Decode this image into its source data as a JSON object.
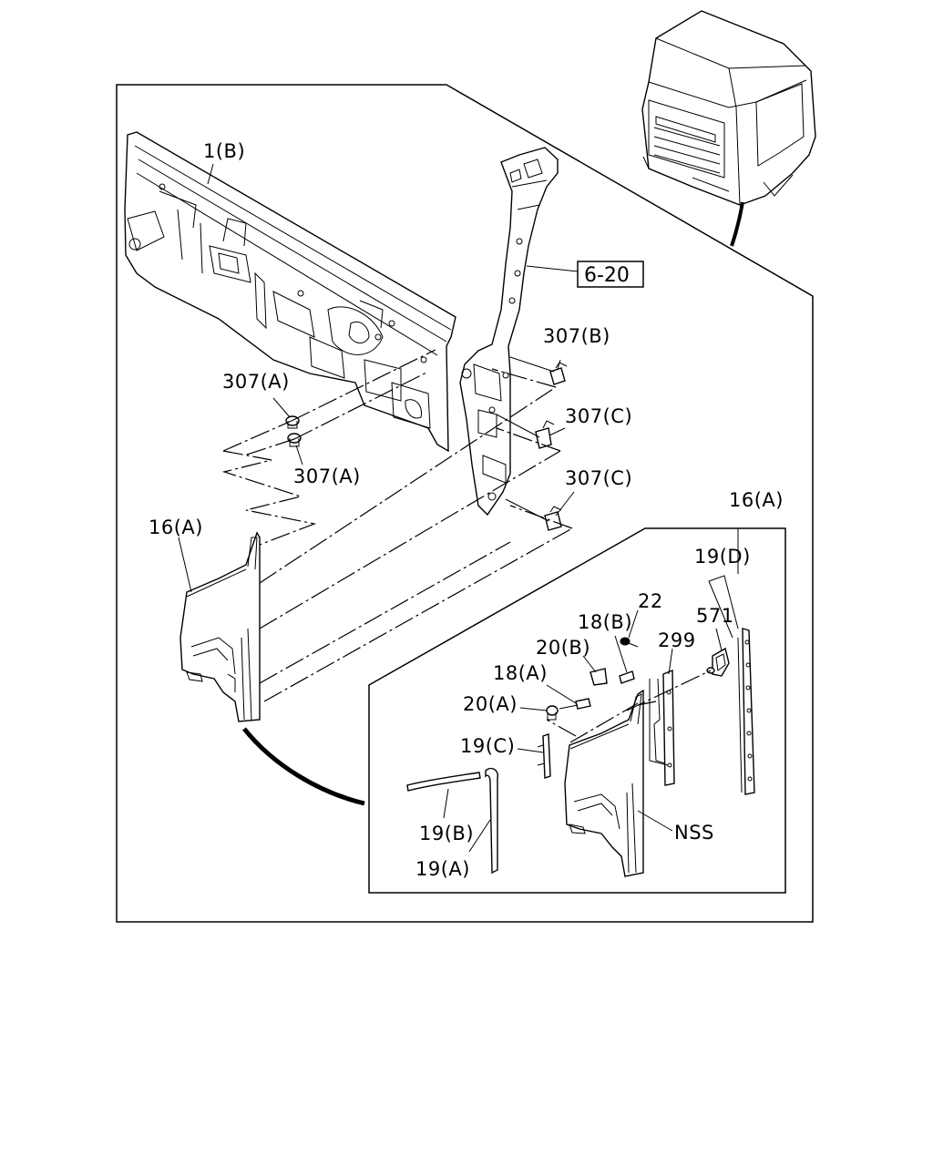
{
  "labels": {
    "l_1b": "1(B)",
    "l_6_20": "6-20",
    "l_307b": "307(B)",
    "l_307a_1": "307(A)",
    "l_307a_2": "307(A)",
    "l_307c_1": "307(C)",
    "l_307c_2": "307(C)",
    "l_16a_left": "16(A)",
    "l_16a_right": "16(A)",
    "l_19d": "19(D)",
    "l_22": "22",
    "l_571": "571",
    "l_18b": "18(B)",
    "l_299": "299",
    "l_20b": "20(B)",
    "l_18a": "18(A)",
    "l_20a": "20(A)",
    "l_19c": "19(C)",
    "l_19b": "19(B)",
    "l_19a": "19(A)",
    "l_nss": "NSS"
  }
}
